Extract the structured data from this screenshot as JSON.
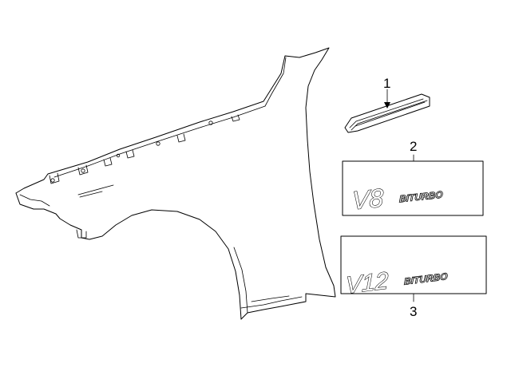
{
  "callouts": {
    "part1": "1",
    "part2": "2",
    "part3": "3"
  },
  "badges": {
    "v8_model": "V8",
    "v8_suffix": "BITURBO",
    "v12_model": "V12",
    "v12_suffix": "BITURBO"
  },
  "parts": [
    {
      "id": "fender",
      "icon": "fender-panel"
    },
    {
      "id": "molding",
      "icon": "side-molding-strip"
    },
    {
      "id": "emblem-v8",
      "icon": "emblem-plate"
    },
    {
      "id": "emblem-v12",
      "icon": "emblem-plate"
    }
  ]
}
